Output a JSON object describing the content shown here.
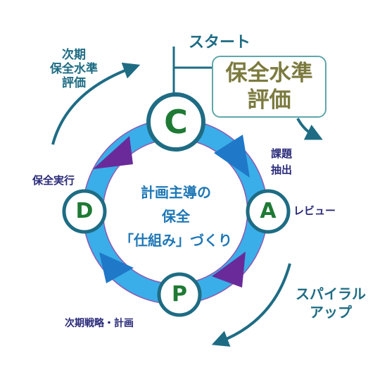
{
  "start_label": "スタート",
  "main_eval": {
    "line1": "保全水準",
    "line2": "評価"
  },
  "next_eval": {
    "line1": "次期",
    "line2": "保全水準",
    "line3": "評価"
  },
  "issue_label": {
    "line1": "課題",
    "line2": "抽出"
  },
  "review_label": "レビュー",
  "execution_label": "保全実行",
  "strategy_label": "次期戦略・計画",
  "spiral_label": {
    "line1": "スパイラル",
    "line2": "アップ"
  },
  "center": {
    "line1": "計画主導の",
    "line2": "保全",
    "line3": "「仕組み」づくり"
  },
  "nodes": {
    "c": "C",
    "a": "A",
    "p": "P",
    "d": "D"
  },
  "colors": {
    "ring": "#3aaee8",
    "ring_border": "#8c5bb0",
    "arrow_blue": "#1f78c8",
    "arrow_purple": "#6a2a9a",
    "teal": "#1e6c84",
    "node_border": "#1e6c84",
    "node_letter": "#1e7a34",
    "eval_text": "#7b7a3e"
  }
}
